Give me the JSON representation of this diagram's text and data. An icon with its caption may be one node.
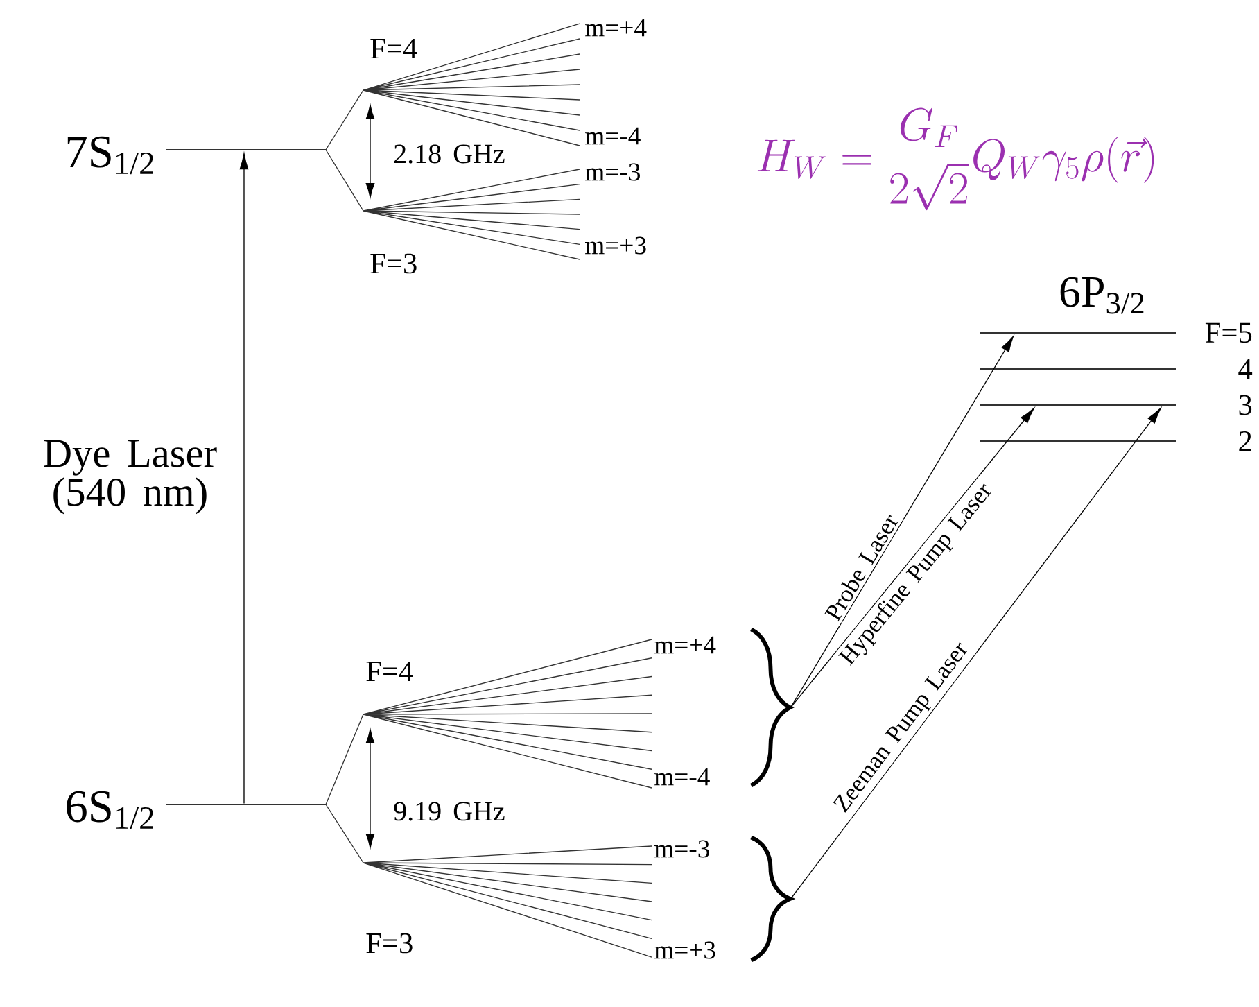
{
  "diagram": {
    "nodes": [
      {
        "text": [],
        "shape": "bar",
        "beside": [
          "7S$_{1/2}$"
        ]
      },
      {
        "text": [],
        "shape": "bar",
        "beside": [
          "6S$_{1/2}$"
        ]
      },
      {
        "text": [],
        "shape": "bar",
        "beside": [
          "F=5"
        ]
      },
      {
        "text": [],
        "shape": "bar",
        "beside": [
          "4"
        ]
      },
      {
        "text": [],
        "shape": "bar",
        "beside": [
          "3"
        ]
      },
      {
        "text": [],
        "shape": "bar",
        "beside": [
          "2"
        ]
      },
      {
        "text": [],
        "shape": "brace"
      },
      {
        "text": [],
        "shape": "brace"
      }
    ],
    "edges": [
      {
        "from": 1,
        "to": 0,
        "arrow": "to",
        "label": "Dye Laser (540 nm)"
      },
      {
        "from": 6,
        "to": 2,
        "arrow": "to",
        "label": "Probe Laser"
      },
      {
        "from": 6,
        "to": 4,
        "arrow": "to",
        "label": "Hyperfine Pump Laser"
      },
      {
        "from": 7,
        "to": 4,
        "arrow": "to",
        "label": "Zeeman Pump Laser"
      }
    ],
    "labels": [
      "F=4",
      "m=+4",
      "2.18 GHz",
      "m=-4",
      "m=-3",
      "F=3",
      "m=+3",
      "H_W = \\frac{G_F}{2\\sqrt{2}} Q_W \\gamma_5 \\rho(\\vec{r})",
      "6P$_{3/2}$",
      "F=4",
      "m=+4",
      "m=-4",
      "9.19 GHz",
      "m=-3",
      "F=3",
      "m=+3"
    ]
  }
}
